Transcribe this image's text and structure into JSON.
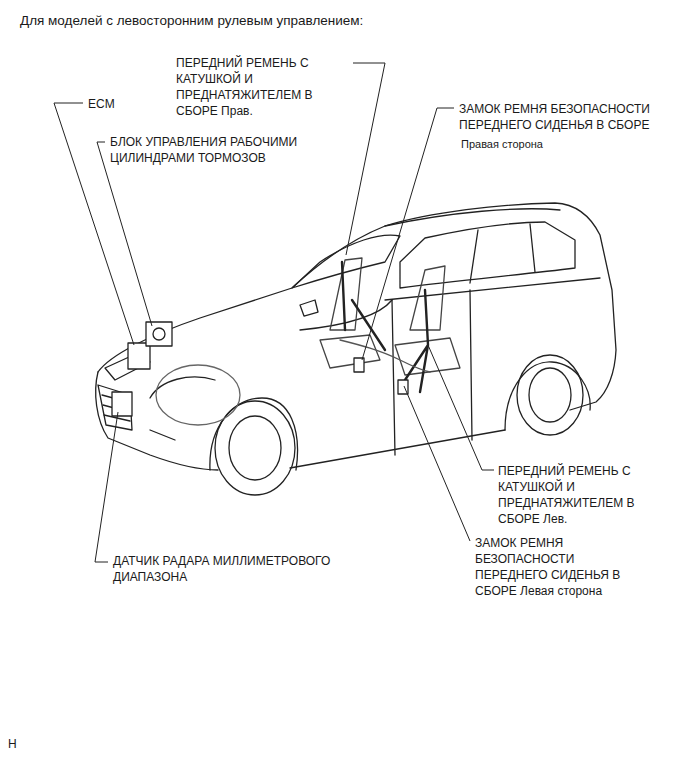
{
  "diagram": {
    "title": "Для моделей с левосторонним рулевым управлением:",
    "labels": [
      "ECM",
      "БЛОК УПРАВЛЕНИЯ РАБОЧИМИ ЦИЛИНДРАМИ ТОРМОЗОВ",
      "ПЕРЕДНИЙ РЕМЕНЬ С КАТУШКОЙ И ПРЕДНАТЯЖИТЕЛЕМ В СБОРЕ Прав.",
      "ЗАМОК РЕМНЯ БЕЗОПАСНОСТИ ПЕРЕДНЕГО СИДЕНЬЯ В СБОРЕ",
      "Правая сторона",
      "ПЕРЕДНИЙ РЕМЕНЬ С КАТУШКОЙ И ПРЕДНАТЯЖИТЕЛЕМ В СБОРЕ Лев.",
      "ЗАМОК РЕМНЯ БЕЗОПАСНОСТИ ПЕРЕДНЕГО СИДЕНЬЯ В СБОРЕ Левая сторона",
      "ДАТЧИК РАДАРА МИЛЛИМЕТРОВОГО ДИАПАЗОНА",
      "H"
    ]
  }
}
